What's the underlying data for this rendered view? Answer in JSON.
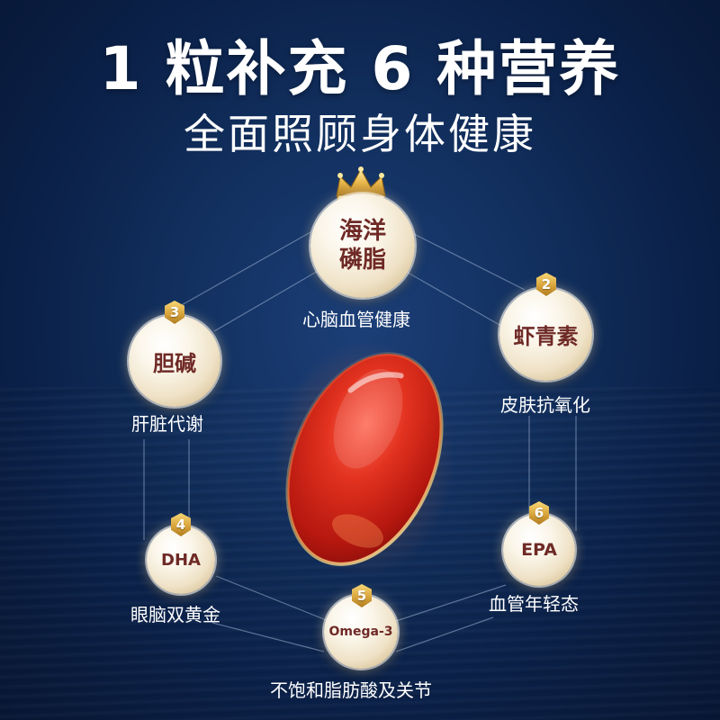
{
  "headline": {
    "line1": "1 粒补充 6 种营养",
    "line2": "全面照顾身体健康"
  },
  "nutrients": [
    {
      "name": "海洋\n磷脂",
      "badge": "",
      "benefit": "心脑血管健康"
    },
    {
      "name": "虾青素",
      "badge": "2",
      "benefit": "皮肤抗氧化"
    },
    {
      "name": "胆碱",
      "badge": "3",
      "benefit": "肝脏代谢"
    },
    {
      "name": "DHA",
      "badge": "4",
      "benefit": "眼脑双黄金"
    },
    {
      "name": "Omega-3",
      "badge": "5",
      "benefit": "不饱和脂肪酸及关节"
    },
    {
      "name": "EPA",
      "badge": "6",
      "benefit": "血管年轻态"
    }
  ],
  "icons": {
    "crown": "crown-icon",
    "capsule": "softgel-capsule"
  },
  "colors": {
    "background": "#0b2149",
    "pearl_text": "#6f2a26",
    "badge_gold": "#d9a53c",
    "capsule_red": "#d62a1e"
  }
}
